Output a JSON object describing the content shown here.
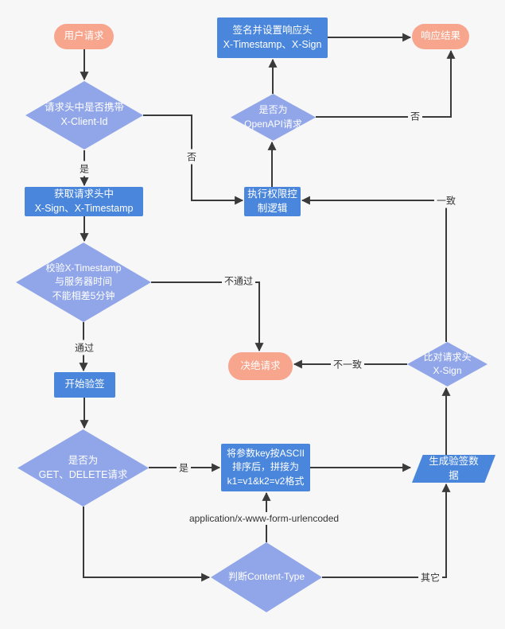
{
  "diagram": {
    "colors": {
      "background": "#F7F7F8",
      "terminator_fill": "#F7A58C",
      "process_fill": "#4A86DB",
      "decision_fill": "#91A6E8",
      "connector": "#3A3A3A",
      "node_text": "#FFFFFF",
      "label_text": "#333333"
    },
    "nodes": {
      "user_request": {
        "type": "terminator",
        "label": "用户请求"
      },
      "sign_response_header": {
        "type": "process",
        "label": "签名并设置响应头\nX-Timestamp、X-Sign"
      },
      "response_result": {
        "type": "terminator",
        "label": "响应结果"
      },
      "has_client_id": {
        "type": "decision",
        "label": "请求头中是否携带\nX-Client-Id"
      },
      "is_openapi": {
        "type": "decision",
        "label": "是否为\nOpenAPI请求"
      },
      "get_headers": {
        "type": "process",
        "label": "获取请求头中\nX-Sign、X-Timestamp"
      },
      "perm_control": {
        "type": "process",
        "label": "执行权限控\n制逻辑"
      },
      "check_timestamp": {
        "type": "decision",
        "label": "校验X-Timestamp\n与服务器时间\n不能相差5分钟"
      },
      "reject_request": {
        "type": "terminator",
        "label": "决绝请求"
      },
      "compare_sign": {
        "type": "decision",
        "label": "比对请求头\nX-Sign"
      },
      "start_verify": {
        "type": "process",
        "label": "开始验签"
      },
      "is_get_delete": {
        "type": "decision",
        "label": "是否为\nGET、DELETE请求"
      },
      "sort_params": {
        "type": "process",
        "label": "将参数key按ASCII\n排序后，拼接为\nk1=v1&k2=v2格式"
      },
      "gen_verify_data": {
        "type": "parallelogram",
        "label": "生成验签数\n据"
      },
      "judge_content_type": {
        "type": "decision",
        "label": "判断Content-Type"
      }
    },
    "edge_labels": [
      {
        "text": "是"
      },
      {
        "text": "否"
      },
      {
        "text": "通过"
      },
      {
        "text": "不通过"
      },
      {
        "text": "是"
      },
      {
        "text": "application/x-www-form-urlencoded"
      },
      {
        "text": "其它"
      },
      {
        "text": "不一致"
      },
      {
        "text": "一致"
      },
      {
        "text": "否"
      }
    ],
    "edges": [
      {
        "from": "user_request",
        "to": "has_client_id",
        "label": ""
      },
      {
        "from": "has_client_id",
        "to": "get_headers",
        "label": "是"
      },
      {
        "from": "has_client_id",
        "to": "perm_control",
        "label": "否"
      },
      {
        "from": "get_headers",
        "to": "check_timestamp",
        "label": ""
      },
      {
        "from": "check_timestamp",
        "to": "start_verify",
        "label": "通过"
      },
      {
        "from": "check_timestamp",
        "to": "reject_request",
        "label": "不通过"
      },
      {
        "from": "start_verify",
        "to": "is_get_delete",
        "label": ""
      },
      {
        "from": "is_get_delete",
        "to": "sort_params",
        "label": "是"
      },
      {
        "from": "is_get_delete",
        "to": "judge_content_type",
        "label": ""
      },
      {
        "from": "judge_content_type",
        "to": "sort_params",
        "label": "application/x-www-form-urlencoded"
      },
      {
        "from": "judge_content_type",
        "to": "gen_verify_data",
        "label": "其它"
      },
      {
        "from": "sort_params",
        "to": "gen_verify_data",
        "label": ""
      },
      {
        "from": "gen_verify_data",
        "to": "compare_sign",
        "label": ""
      },
      {
        "from": "compare_sign",
        "to": "reject_request",
        "label": "不一致"
      },
      {
        "from": "compare_sign",
        "to": "perm_control",
        "label": "一致"
      },
      {
        "from": "perm_control",
        "to": "is_openapi",
        "label": ""
      },
      {
        "from": "is_openapi",
        "to": "sign_response_header",
        "label": ""
      },
      {
        "from": "is_openapi",
        "to": "response_result",
        "label": "否"
      },
      {
        "from": "sign_response_header",
        "to": "response_result",
        "label": ""
      }
    ]
  }
}
